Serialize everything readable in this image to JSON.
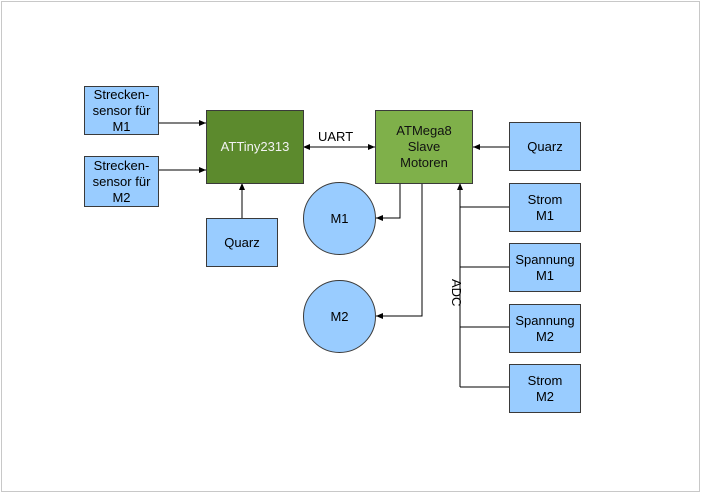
{
  "blocks": {
    "sensor1": "Strecken-\nsensor für\nM1",
    "sensor2": "Strecken-\nsensor für\nM2",
    "attiny": "ATTiny2313",
    "quarz_left": "Quarz",
    "atmega": "ATMega8\nSlave\nMotoren",
    "quarz_right": "Quarz",
    "strom_m1": "Strom\nM1",
    "spannung_m1": "Spannung\nM1",
    "spannung_m2": "Spannung\nM2",
    "strom_m2": "Strom\nM2",
    "motor_m1": "M1",
    "motor_m2": "M2"
  },
  "labels": {
    "uart": "UART",
    "adc": "ADC"
  },
  "colors": {
    "sensor_fill": "#99ccff",
    "attiny_fill": "#5c8a2d",
    "atmega_fill": "#7fb04a",
    "line": "#000000"
  }
}
